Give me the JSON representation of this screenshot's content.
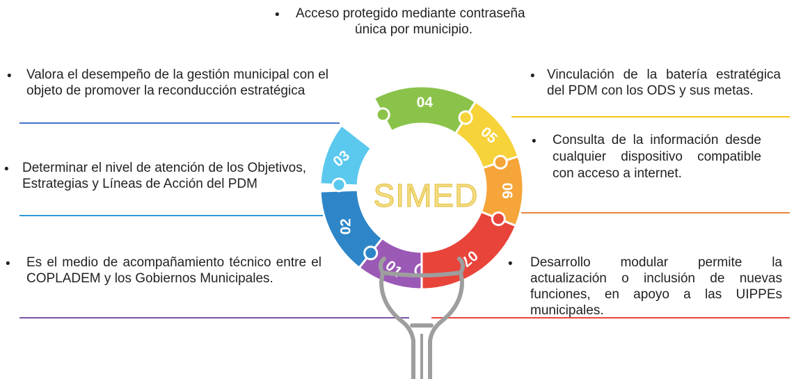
{
  "top_note": {
    "line1": "Acceso protegido mediante contraseña",
    "line2": "única por municipio."
  },
  "bullet_glyph": "•",
  "left_items": [
    {
      "text": "Valora el desempeño de la gestión municipal con el objeto de promover la reconducción estratégica",
      "line_color": "#4472C4"
    },
    {
      "text": "Determinar el nivel de atención de los Objetivos, Estrategias y Líneas de Acción del PDM",
      "line_color": "#2E9BD6"
    },
    {
      "text": "Es el medio de acompañamiento técnico entre el COPLADEM y los Gobiernos Municipales.",
      "line_color": "#7B56A8"
    }
  ],
  "right_items": [
    {
      "text": "Vinculación de la batería estratégica del PDM con los ODS y sus metas.",
      "line_color": "#F5C518"
    },
    {
      "text": "Consulta de la información desde cualquier dispositivo compatible con acceso a internet.",
      "line_color": "#E8833A"
    },
    {
      "text": "Desarrollo modular permite la actualización o inclusión de nuevas funciones, en apoyo a las UIPPEs municipales.",
      "line_color": "#E8443A"
    }
  ],
  "bulb": {
    "brand": "SIMED",
    "pieces": [
      {
        "num": "01",
        "color": "#9B59B6"
      },
      {
        "num": "02",
        "color": "#2E86C8"
      },
      {
        "num": "03",
        "color": "#5BC8EE"
      },
      {
        "num": "04",
        "color": "#8BC34A"
      },
      {
        "num": "05",
        "color": "#F7D33A"
      },
      {
        "num": "06",
        "color": "#F5A53A"
      },
      {
        "num": "07",
        "color": "#E8443A"
      }
    ],
    "stem_color": "#9E9E9E"
  }
}
